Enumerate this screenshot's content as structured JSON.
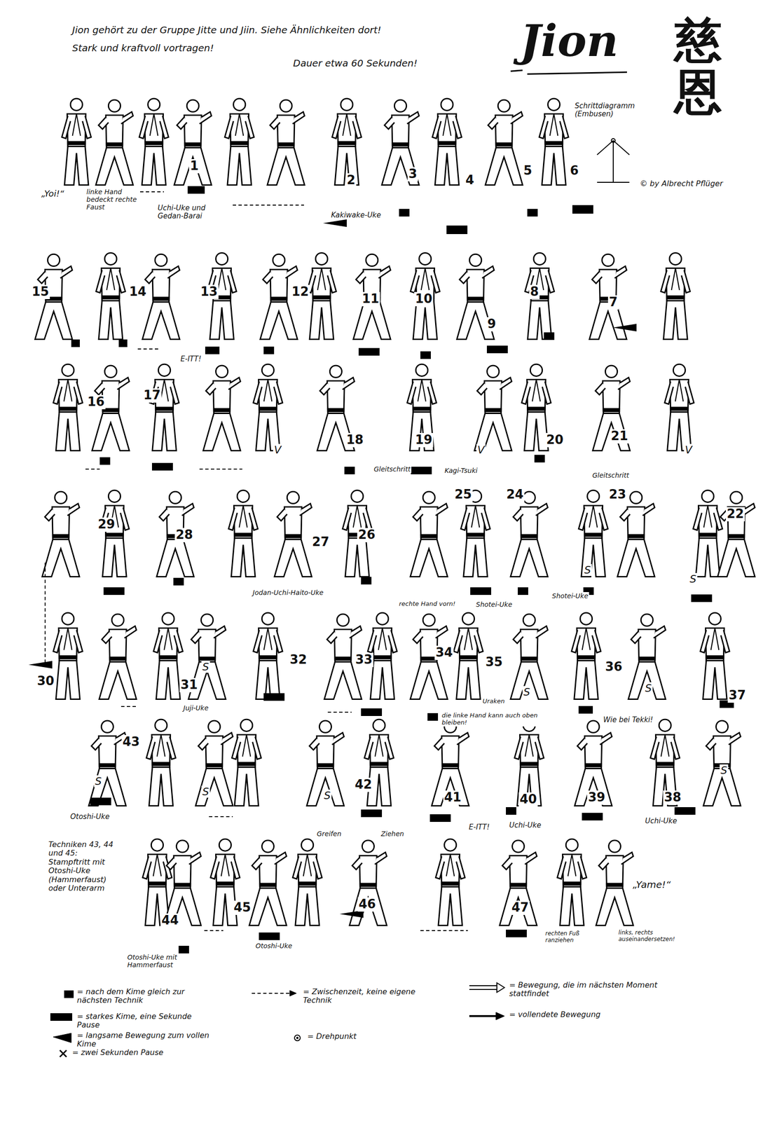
{
  "diagram": {
    "title": "Jion",
    "labels": [
      "Jion gehört zu der Gruppe Jitte und Jiin. Siehe Ähnlichkeiten dort!",
      "Stark und kraftvoll vortragen!",
      "Dauer etwa 60 Sekunden!",
      "慈恩",
      "Schrittdiagramm (Embusen)",
      "© by Albrecht Pflüger",
      "„Yoi!“",
      "linke Hand bedeckt rechte Faust",
      "Uchi-Uke und Gedan-Barai",
      "Kakiwake-Uke",
      "1",
      "2",
      "3",
      "4",
      "5",
      "6",
      "15",
      "14",
      "13",
      "12",
      "11",
      "10",
      "9",
      "8",
      "7",
      "16",
      "17",
      "E-ITT!",
      "V",
      "18",
      "19",
      "V",
      "20",
      "21",
      "V",
      "Gleitschritt",
      "Kagi-Tsuki",
      "Gleitschritt",
      "29",
      "28",
      "27",
      "26",
      "25",
      "24",
      "23",
      "22",
      "S",
      "S",
      "Jodan-Uchi-Haito-Uke",
      "rechte Hand vorn!",
      "Shotei-Uke",
      "Shotei-Uke",
      "30",
      "31",
      "S",
      "32",
      "33",
      "34",
      "35",
      "S",
      "36",
      "S",
      "37",
      "Juji-Uke",
      "Uraken",
      "die linke Hand kann auch oben bleiben!",
      "Wie bei Tekki!",
      "43",
      "S",
      "S",
      "42",
      "S",
      "41",
      "40",
      "39",
      "38",
      "S",
      "Otoshi-Uke",
      "Uchi-Uke",
      "Uchi-Uke",
      "Techniken 43, 44 und 45: Stampftritt mit Otoshi-Uke (Hammerfaust) oder Unterarm",
      "44",
      "45",
      "46",
      "47",
      "Otoshi-Uke mit Hammerfaust",
      "Otoshi-Uke",
      "Greifen",
      "Ziehen",
      "E-ITT!",
      "„Yame!“",
      "rechten Fuß ranziehen",
      "links, rechts auseinandersetzen!"
    ],
    "legend": [
      {
        "text": "= nach dem Kime gleich zur nächsten Technik",
        "color": "#000000"
      },
      {
        "text": "= starkes Kime, eine Sekunde Pause",
        "color": "#000000"
      },
      {
        "text": "= langsame Bewegung zum vollen Kime"
      },
      {
        "text": "= zwei Sekunden Pause"
      },
      {
        "text": "= Zwischenzeit, keine eigene Technik"
      },
      {
        "text": "= Drehpunkt"
      },
      {
        "text": "= Bewegung, die im nächsten Moment stattfindet"
      },
      {
        "text": "= vollendete Bewegung"
      }
    ]
  }
}
